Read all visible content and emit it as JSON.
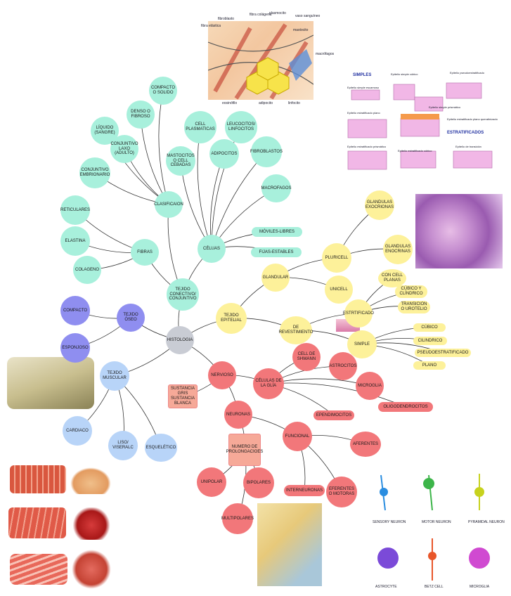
{
  "center": "HISTOLOGIA",
  "conectivo": {
    "root": "TEJIDO CONECTIVO/ CONJUNTIVO",
    "clasificacion": "CLASIFICAION",
    "fibras": "FIBRAS",
    "celulas": "CÉLUAS",
    "compacto": "COMPACTO O SOLIDO",
    "denso": "DENSO O FIBROSO",
    "liquido": "LÍQUIDO (SANGRE)",
    "laxo": "CONJUNTIVO LAXO (ADULTO)",
    "embrionario": "CONJUNTIVO EMBRIONARIO",
    "reticulares": "RETICULARES",
    "elastina": "ELASTINA",
    "colageno": "COLAGENO",
    "mastocitos": "MASTOCITOS O CELL CEBADAS",
    "plasmaticas": "CELL PLASMATICAS",
    "adipocitos": "ADIPOCITOS",
    "leucocitos": "LEUCOCITOS/ LINFOCITOS",
    "fibroblastos": "FIBROBLASTOS",
    "macrofagos": "MACROFAGOS",
    "moviles": "MÓVILES-LIBRES",
    "fijas": "FIJAS-ESTABLES"
  },
  "oseo": {
    "root": "TEJIDO ÓSEO",
    "compacto": "COMPACTO",
    "esponjoso": "ESPONJOSO"
  },
  "muscular": {
    "root": "TEJIDO MUSCULAR",
    "cardiaco": "CARDIACO",
    "liso": "LISO/ VISERALC",
    "esqueletico": "ESQUELÉTICO"
  },
  "epitelial": {
    "root": "TEJIDO EPITELIAL",
    "glandular": "GLANDULAR",
    "pluricell": "PLURICELL",
    "unicell": "UNICELL",
    "exocrinas": "GLANDULAS EXOCRIONAS",
    "enocrinas": "GLANDULAS ENOCRINAS",
    "revestimiento": "DE REVESTIMIENTO",
    "estratificado": "ESTRTIFICADO",
    "simple": "SIMPLE",
    "planas": "CON CELL PLANAS",
    "cubico_cilindrico": "CÚBICO Y CLÍNDRICO",
    "transicion": "TRANSICION O UROTELIO",
    "cubico": "CÚBICO",
    "cilindrico": "CILINDRICO",
    "pseudo": "PSEUDOESTRATIFICADO",
    "plano": "PLANO"
  },
  "nervioso": {
    "root": "NERVIOSO",
    "sustancia": "SUSTANCIA GRIS SUSTANCIA BLANCA",
    "glia": "CÉLULAS DE LA GLÍA",
    "shwann": "CELL DE SHWANN",
    "astrocitos": "ASTROCITOS",
    "microglia": "MICROGLIA",
    "oligodendrocitos": "OLIGODENDROCITOS",
    "ependimocitos": "EPENDIMOCITOS",
    "neuronas": "NEURONAS",
    "prolongaciones": "NUMERO DE PROLONGACIOES",
    "unipolar": "UNIPOLAR",
    "bipolares": "BIPOLARES",
    "multipolares": "MULTIPOLARES",
    "funcional": "FUNCIONAL",
    "aferentes": "AFERENTES",
    "interneuronas": "INTERNEURONAS",
    "eferentes": "EFERENTES O MOTORAS"
  },
  "images": {
    "conective_labels": [
      "fibra elástica",
      "fibroblasto",
      "fibra colágena",
      "plasmocito",
      "vaso sanguíneo",
      "mastocito",
      "macrófagos",
      "eosinófilo",
      "adipocito",
      "linfocito"
    ],
    "epithelium_labels": {
      "simples": "SIMPLES",
      "estratificados": "ESTRATIFICADOS",
      "items": [
        "Epitelio simple escamoso",
        "Epitelio simple cúbico",
        "Epitelio pseudoestratificado",
        "Epitelio simple prismático",
        "Epitelio estratificado plano",
        "Epitelio estratificado plano queratinizado",
        "Epitelio estratificado prismático",
        "Epitelio estratificado cúbico",
        "Epitelio de transición"
      ]
    },
    "neuron_labels": [
      "SENSORY NEURON",
      "MOTOR NEURON",
      "PYRAMIDAL NEURON",
      "ASTROCYTE",
      "BETZ CELL",
      "MICROGLIA"
    ]
  }
}
